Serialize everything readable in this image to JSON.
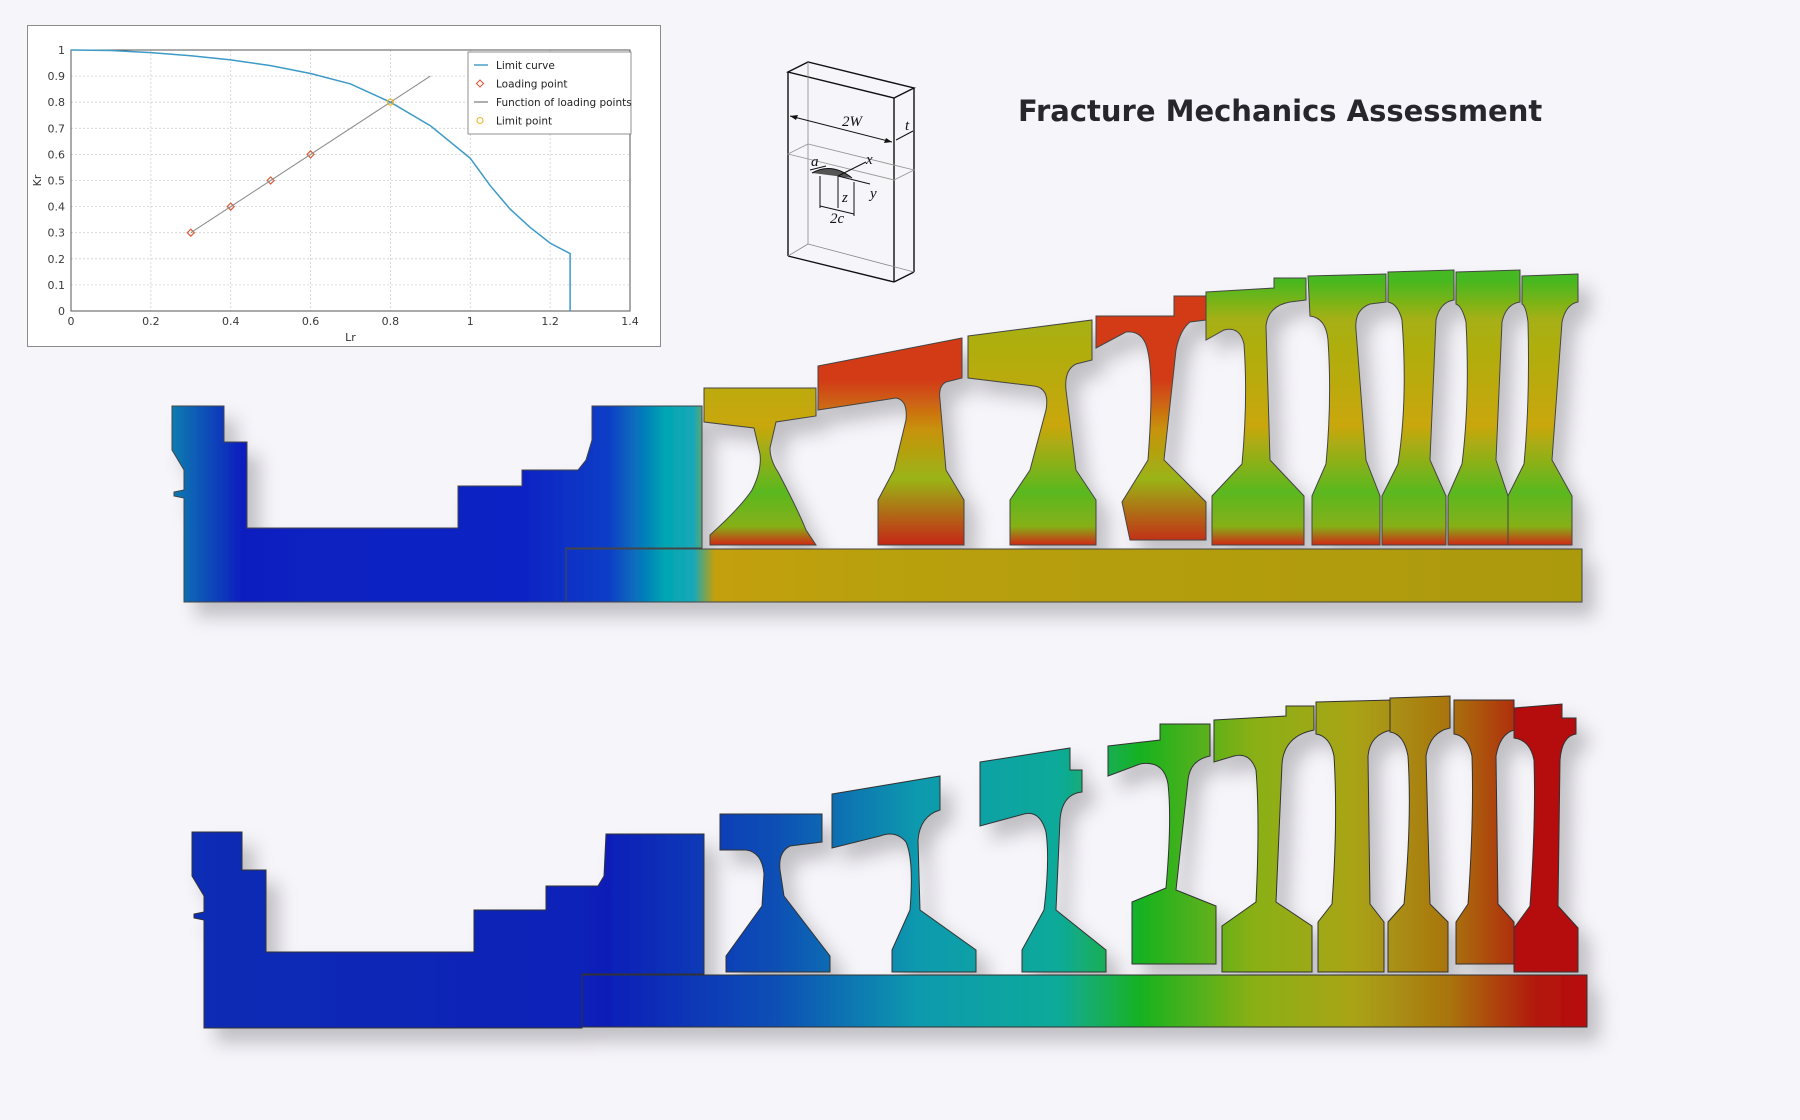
{
  "page_title": "Fracture Mechanics Assessment",
  "chart_data": {
    "type": "line",
    "title": "",
    "xlabel": "Lr",
    "ylabel": "Kr",
    "xlim": [
      0,
      1.4
    ],
    "ylim": [
      0,
      1
    ],
    "x_ticks": [
      "0",
      "0.2",
      "0.4",
      "0.6",
      "0.8",
      "1",
      "1.2",
      "1.4"
    ],
    "y_ticks": [
      "0",
      "0.1",
      "0.2",
      "0.3",
      "0.4",
      "0.5",
      "0.6",
      "0.7",
      "0.8",
      "0.9",
      "1"
    ],
    "grid": true,
    "legend_position": "top-right",
    "series": [
      {
        "name": "Limit curve",
        "color": "#3d9ac6",
        "x": [
          0,
          0.1,
          0.2,
          0.3,
          0.4,
          0.5,
          0.6,
          0.7,
          0.8,
          0.9,
          1.0,
          1.05,
          1.1,
          1.15,
          1.2,
          1.25,
          1.25
        ],
        "y": [
          1.0,
          0.998,
          0.99,
          0.978,
          0.962,
          0.94,
          0.91,
          0.87,
          0.8,
          0.71,
          0.585,
          0.48,
          0.39,
          0.32,
          0.26,
          0.22,
          0.0
        ]
      },
      {
        "name": "Loading point",
        "color": "#e05a3a",
        "marker": "diamond",
        "x": [
          0.3,
          0.4,
          0.5,
          0.6
        ],
        "y": [
          0.3,
          0.4,
          0.5,
          0.6
        ]
      },
      {
        "name": "Function of loading points",
        "color": "#8c8c8c",
        "x": [
          0.3,
          0.9
        ],
        "y": [
          0.3,
          0.9
        ]
      },
      {
        "name": "Limit point",
        "color": "#f0b429",
        "marker": "circle",
        "x": [
          0.8
        ],
        "y": [
          0.8
        ]
      }
    ]
  },
  "specimen_diagram": {
    "labels": {
      "width": "2W",
      "thickness": "t",
      "crack_depth": "a",
      "crack_length": "2c",
      "axis_x": "x",
      "axis_y": "y",
      "axis_z": "z"
    }
  },
  "fea_plots": [
    {
      "name": "stress-distribution",
      "colormap": [
        "#0a1fbf",
        "#00a6a6",
        "#28b81e",
        "#b4a80a",
        "#d9281a"
      ]
    },
    {
      "name": "temperature-distribution",
      "colormap": [
        "#0a2db5",
        "#0a9aae",
        "#18b220",
        "#a9a414",
        "#b80808"
      ]
    }
  ]
}
